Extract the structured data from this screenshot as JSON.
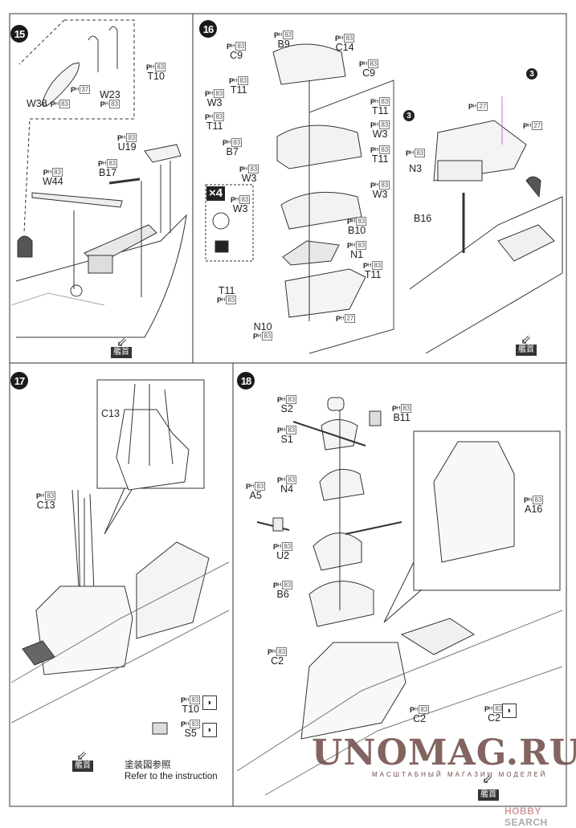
{
  "paint_prefix": {
    "P": "P",
    "H": "H"
  },
  "bow_label": "艦首",
  "steps": [
    {
      "number": "15",
      "labels": [
        {
          "part": "W38",
          "paint": "83"
        },
        {
          "part": "",
          "paint": "37"
        },
        {
          "part": "W23",
          "paint": "83"
        },
        {
          "part": "T10",
          "paint": "83"
        },
        {
          "part": "U19",
          "paint": "83"
        },
        {
          "part": "B17",
          "paint": "83"
        },
        {
          "part": "W44",
          "paint": "83"
        }
      ]
    },
    {
      "number": "16",
      "multiplier": "×4",
      "sub_ref": "3",
      "labels": [
        {
          "part": "B9",
          "paint": "83"
        },
        {
          "part": "C9",
          "paint": "83"
        },
        {
          "part": "C14",
          "paint": "83"
        },
        {
          "part": "C9",
          "paint": "83"
        },
        {
          "part": "T11",
          "paint": "83"
        },
        {
          "part": "W3",
          "paint": "83"
        },
        {
          "part": "T11",
          "paint": "83"
        },
        {
          "part": "T11",
          "paint": "83"
        },
        {
          "part": "W3",
          "paint": "83"
        },
        {
          "part": "B7",
          "paint": "83"
        },
        {
          "part": "T11",
          "paint": "83"
        },
        {
          "part": "W3",
          "paint": "83"
        },
        {
          "part": "W3",
          "paint": "83"
        },
        {
          "part": "W3",
          "paint": "83"
        },
        {
          "part": "B10",
          "paint": "83"
        },
        {
          "part": "N1",
          "paint": "83"
        },
        {
          "part": "T11",
          "paint": "83"
        },
        {
          "part": "T11",
          "paint": "83"
        },
        {
          "part": "",
          "paint": "27"
        },
        {
          "part": "N10",
          "paint": "83"
        },
        {
          "part": "",
          "paint": "27"
        },
        {
          "part": "",
          "paint": "27"
        },
        {
          "part": "N3",
          "paint": "83"
        },
        {
          "part": "B16",
          "paint": ""
        }
      ]
    },
    {
      "number": "17",
      "note_ja": "塗装図参照",
      "note_en": "Refer to the instruction",
      "labels": [
        {
          "part": "C13",
          "paint": ""
        },
        {
          "part": "C13",
          "paint": "83"
        },
        {
          "part": "T10",
          "paint": "83"
        },
        {
          "part": "S5",
          "paint": "83"
        }
      ]
    },
    {
      "number": "18",
      "labels": [
        {
          "part": "S2",
          "paint": "83"
        },
        {
          "part": "B11",
          "paint": "83"
        },
        {
          "part": "S1",
          "paint": "83"
        },
        {
          "part": "N4",
          "paint": "83"
        },
        {
          "part": "A5",
          "paint": "83"
        },
        {
          "part": "U2",
          "paint": "83"
        },
        {
          "part": "B6",
          "paint": "83"
        },
        {
          "part": "A16",
          "paint": "83"
        },
        {
          "part": "C2",
          "paint": "83"
        },
        {
          "part": "C2",
          "paint": "83"
        },
        {
          "part": "C2",
          "paint": "83"
        }
      ]
    }
  ],
  "watermark": {
    "main": "UNOMAG.RU",
    "sub": "МАСШТАБНЫЙ МАГАЗИН МОДЕЛЕЙ"
  },
  "source_logo": {
    "brand": "HOBBY",
    "suffix": "SEARCH"
  }
}
